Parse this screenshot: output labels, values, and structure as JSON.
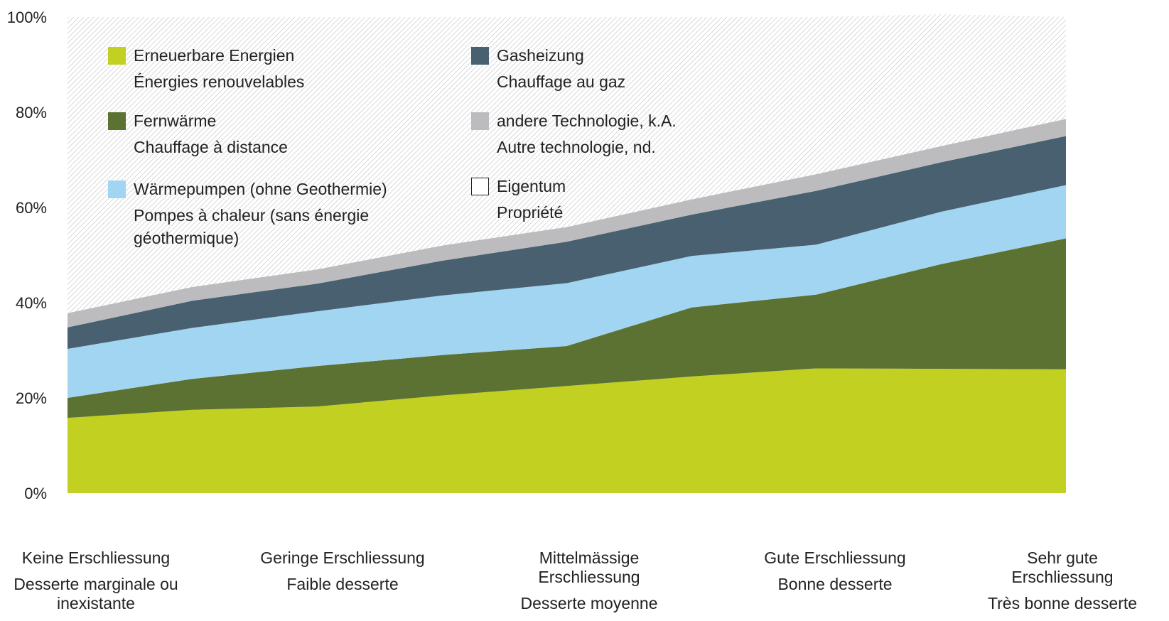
{
  "chart_data": {
    "type": "area",
    "stacked": true,
    "y_axis": {
      "ylim": [
        0,
        100
      ],
      "ticks": [
        "0%",
        "20%",
        "40%",
        "60%",
        "80%",
        "100%"
      ]
    },
    "categories": [
      {
        "de": "Keine Erschliessung",
        "fr": "Desserte marginale ou inexistante"
      },
      {
        "de": "Geringe Erschliessung",
        "fr": "Faible desserte"
      },
      {
        "de": "Mittelmässige Erschliessung",
        "fr": "Desserte moyenne"
      },
      {
        "de": "Gute Erschliessung",
        "fr": "Bonne desserte"
      },
      {
        "de": "Sehr gute Erschliessung",
        "fr": "Très bonne desserte"
      }
    ],
    "x": [
      0,
      0.125,
      0.25,
      0.375,
      0.5,
      0.625,
      0.75,
      0.875,
      1
    ],
    "series": [
      {
        "name_de": "Erneuerbare Energien",
        "name_fr": "Énergies renouvelables",
        "color": "#c2d121",
        "values": [
          15.8,
          17.5,
          18.2,
          20.5,
          22.5,
          24.5,
          26.2,
          26.1,
          26.0
        ]
      },
      {
        "name_de": "Fernwärme",
        "name_fr": "Chauffage à distance",
        "color": "#5c7232",
        "values": [
          4.2,
          6.5,
          8.5,
          8.5,
          8.4,
          14.5,
          15.5,
          22.0,
          27.5
        ]
      },
      {
        "name_de": "Wärmepumpen (ohne Geothermie)",
        "name_fr": "Pompes à chaleur (sans énergie géothermique)",
        "color": "#a2d5f1",
        "values": [
          10.3,
          10.7,
          11.5,
          12.5,
          13.2,
          10.8,
          10.5,
          11.0,
          11.2
        ]
      },
      {
        "name_de": "Gasheizung",
        "name_fr": "Chauffage au gaz",
        "color": "#48606f",
        "values": [
          4.5,
          5.7,
          5.8,
          7.3,
          8.7,
          8.7,
          11.3,
          10.4,
          10.3
        ]
      },
      {
        "name_de": "andere Technologie, k.A.",
        "name_fr": "Autre technologie, nd.",
        "color": "#bcbcbe",
        "values": [
          3.0,
          2.9,
          3.0,
          3.2,
          3.1,
          3.2,
          3.5,
          3.4,
          3.6
        ]
      },
      {
        "name_de": "Eigentum",
        "name_fr": "Propriété",
        "color": "#ffffff",
        "pattern": "hatch",
        "values": [
          62.2,
          56.7,
          53.0,
          48.0,
          44.1,
          38.3,
          33.0,
          27.7,
          21.4
        ]
      }
    ],
    "legend_placement": "top-left, inside plot, two columns",
    "grid": false
  }
}
